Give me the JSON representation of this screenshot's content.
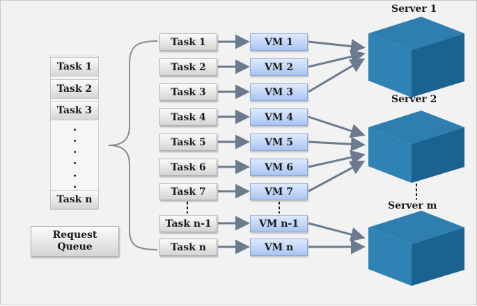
{
  "queue": {
    "items": [
      "Task 1",
      "Task 2",
      "Task 3",
      "Task n"
    ],
    "label_line1": "Request",
    "label_line2": "Queue"
  },
  "tasks": [
    "Task 1",
    "Task 2",
    "Task 3",
    "Task 4",
    "Task 5",
    "Task 6",
    "Task 7",
    "Task n-1",
    "Task n"
  ],
  "vms": [
    "VM 1",
    "VM 2",
    "VM 3",
    "VM 4",
    "VM 5",
    "VM 6",
    "VM 7",
    "VM n-1",
    "VM n"
  ],
  "servers": [
    "Server 1",
    "Server 2",
    "Server m"
  ],
  "colors": {
    "cube_top": "#2e7fb0",
    "cube_front": "#1b6290",
    "cube_side": "#154f76",
    "arrow": "#6a7b8e",
    "vm_fill": "#b8cff5",
    "task_fill": "#e4e4e4"
  }
}
